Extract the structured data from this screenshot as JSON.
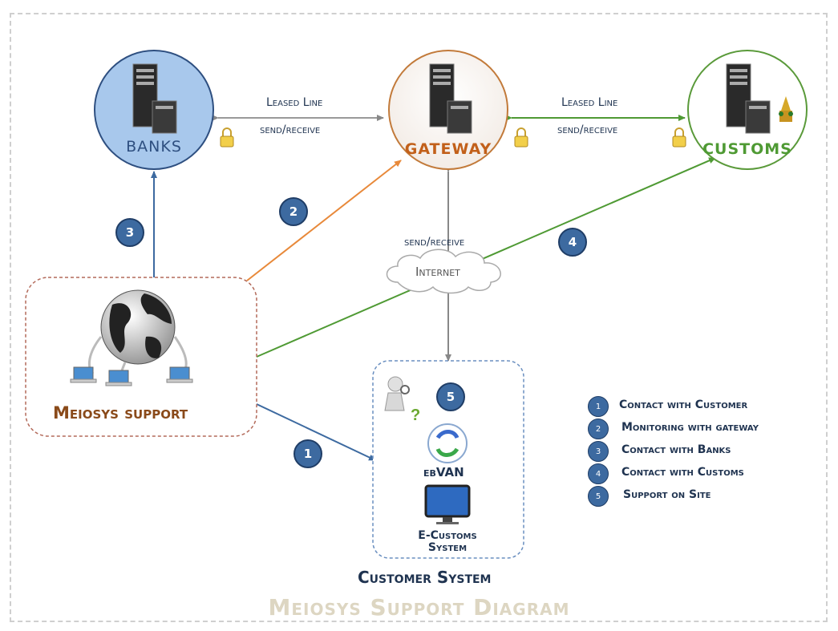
{
  "title": "Meiosys Support Diagram",
  "nodes": {
    "banks": "BANKS",
    "gateway": "GATEWAY",
    "customs": "CUSTOMS",
    "support": "Meiosys support",
    "internet": "Internet",
    "customer_system": "Customer System",
    "ebvan": "ebVAN",
    "ecustoms_line1": "E-Customs",
    "ecustoms_line2": "System"
  },
  "links": {
    "banks_gateway_top": "Leased Line",
    "banks_gateway_bottom": "send/receive",
    "gateway_customs_top": "Leased Line",
    "gateway_customs_bottom": "send/receive",
    "gateway_internet": "send/receive"
  },
  "badges": [
    "1",
    "2",
    "3",
    "4",
    "5"
  ],
  "legend": [
    {
      "num": "1",
      "text": "Contact with Customer"
    },
    {
      "num": "2",
      "text": "Monitoring with gateway"
    },
    {
      "num": "3",
      "text": "Contact with Banks"
    },
    {
      "num": "4",
      "text": "Contact with Customs"
    },
    {
      "num": "5",
      "text": "Support on Site"
    }
  ],
  "colors": {
    "banks": "#a8c8ec",
    "gateway_border": "#c27a3a",
    "customs_border": "#5a9a3a",
    "support_border": "#b36a5a",
    "customer_border": "#6a8fc0",
    "badge": "#3d6aa0"
  }
}
